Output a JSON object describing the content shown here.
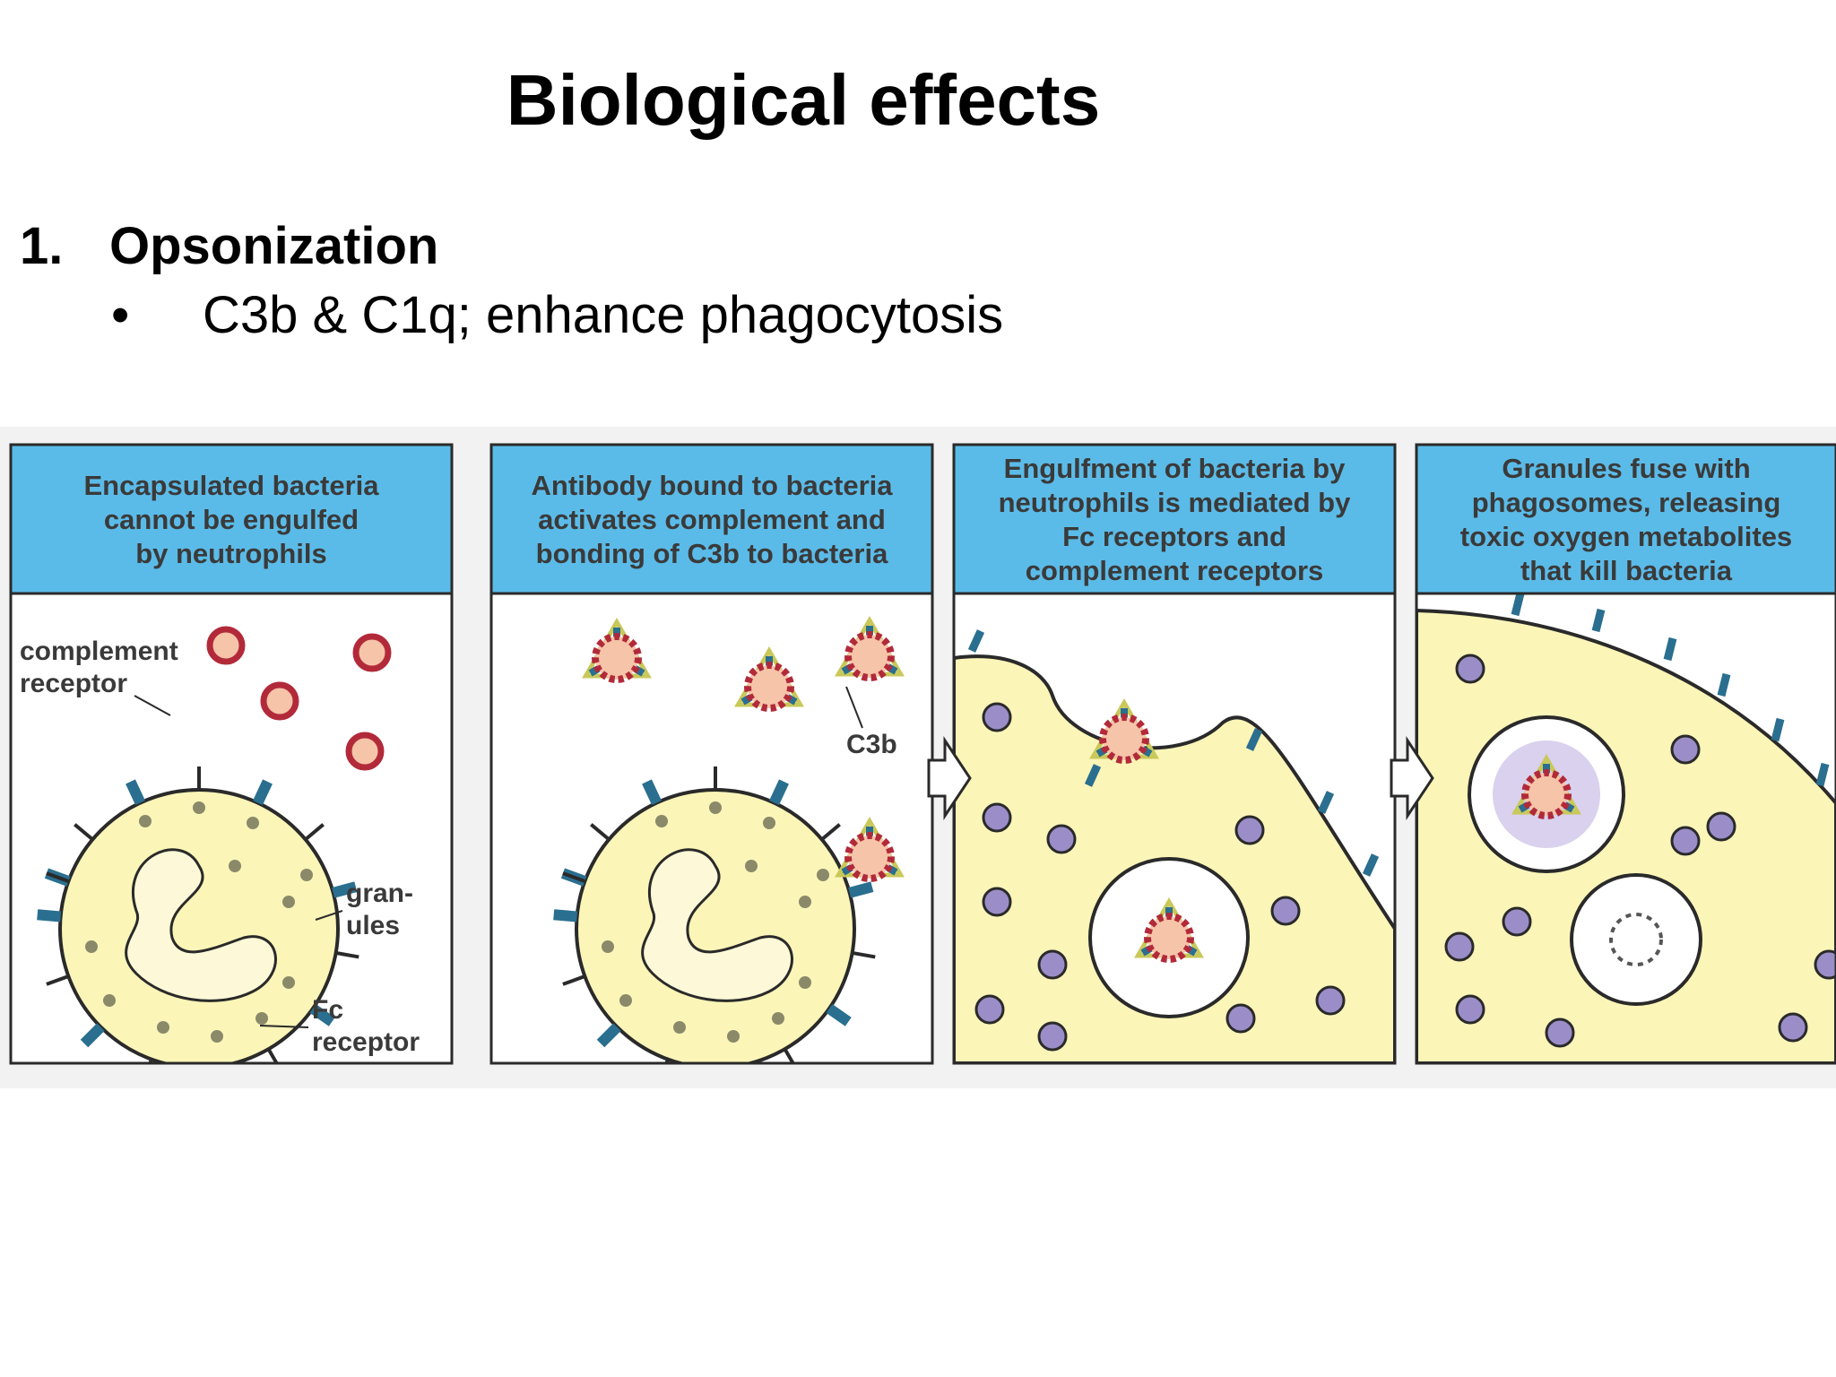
{
  "slide": {
    "title": "Biological effects",
    "item_number": "1.",
    "item_heading": "Opsonization",
    "bullet_symbol": "•",
    "bullet_text": "C3b & C1q; enhance phagocytosis"
  },
  "figure": {
    "panels": [
      {
        "header": [
          "Encapsulated bacteria",
          "cannot be engulfed",
          "by neutrophils"
        ]
      },
      {
        "header": [
          "Antibody bound to bacteria",
          "activates complement and",
          "bonding of C3b to bacteria"
        ]
      },
      {
        "header": [
          "Engulfment of bacteria by",
          "neutrophils is mediated by",
          "Fc receptors and",
          "complement receptors"
        ]
      },
      {
        "header": [
          "Granules fuse with",
          "phagosomes, releasing",
          "toxic oxygen metabolites",
          "that kill bacteria"
        ]
      }
    ],
    "labels": {
      "complement_receptor": [
        "complement",
        "receptor"
      ],
      "granules": [
        "gran-",
        "ules"
      ],
      "fc_receptor": [
        "Fc",
        "receptor"
      ],
      "c3b": "C3b"
    },
    "colors": {
      "header_bg": "#5bbbe8",
      "cytoplasm": "#fbf5b8",
      "granule": "#8a8a6a",
      "granule_purple": "#9b8ec8",
      "receptor": "#2a6f8f",
      "bacteria_fill": "#f6c4a8",
      "bacteria_ring": "#b22a3a",
      "outline": "#2a2a2a"
    }
  }
}
